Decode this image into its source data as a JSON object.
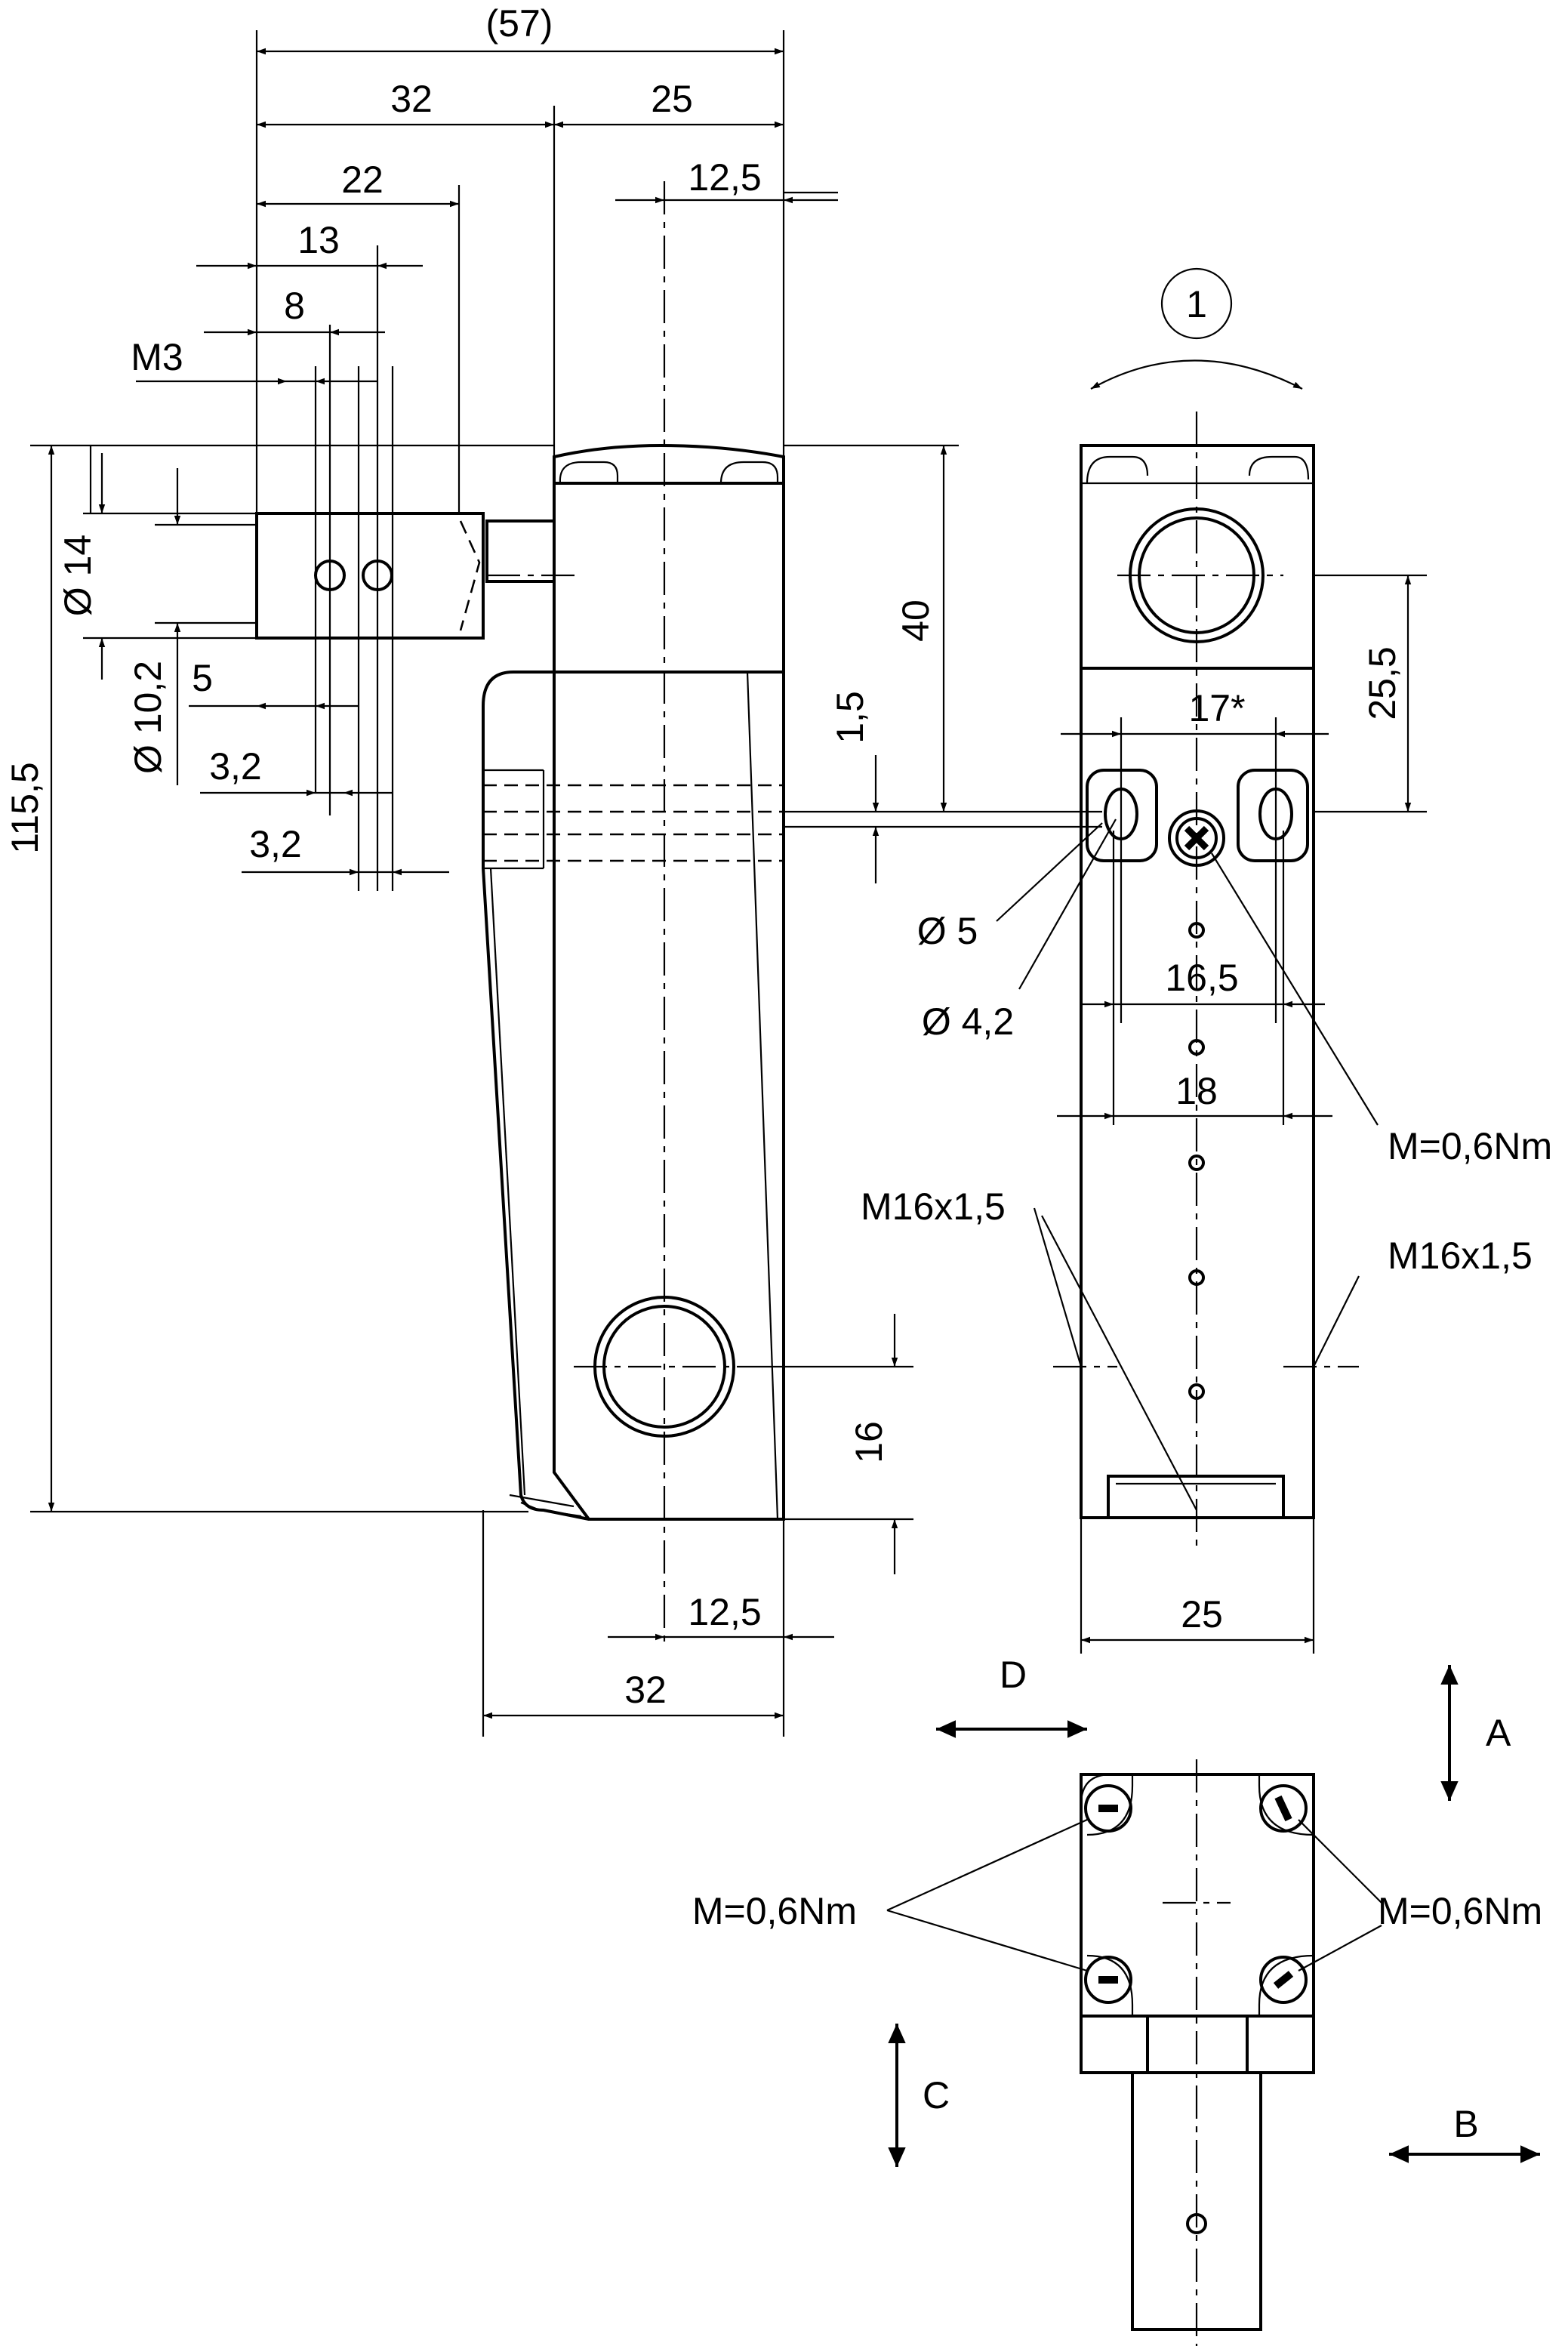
{
  "dims": {
    "d57": "(57)",
    "d32_top": "32",
    "d25_top": "25",
    "d22": "22",
    "d12_5_top": "12,5",
    "d13": "13",
    "d8": "8",
    "m3": "M3",
    "dia14": "Ø 14",
    "dia10_2": "Ø 10,2",
    "d5": "5",
    "d3_2a": "3,2",
    "d3_2b": "3,2",
    "d115_5": "115,5",
    "d40": "40",
    "d1_5": "1,5",
    "d16": "16",
    "d12_5_bot": "12,5",
    "d32_bot": "32",
    "d25_5": "25,5",
    "d17": "17*",
    "d16_5": "16,5",
    "d18": "18",
    "dia5": "Ø 5",
    "dia4_2": "Ø 4,2",
    "torque_right": "M=0,6Nm",
    "m16_left": "M16x1,5",
    "m16_right": "M16x1,5",
    "d25_side": "25",
    "torque_bottom_left": "M=0,6Nm",
    "torque_bottom_right": "M=0,6Nm"
  },
  "rotation_marker": "1",
  "directions": {
    "a": "A",
    "b": "B",
    "c": "C",
    "d": "D"
  }
}
